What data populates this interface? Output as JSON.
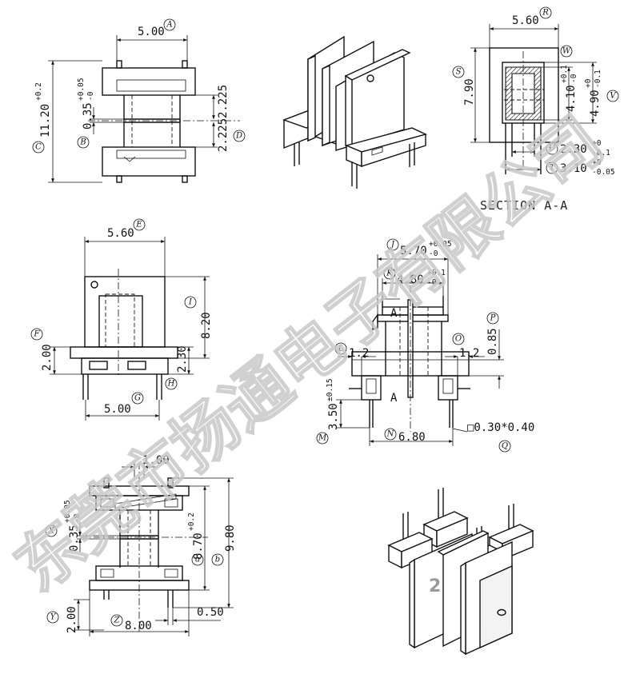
{
  "section_title": "SECTION A-A",
  "watermark": "东莞市扬通电子有限公司",
  "part_marker": "2",
  "view1": {
    "width": "5.00",
    "height": "11.20",
    "height_tol_upper": "+0.2",
    "height_tol_lower": "",
    "slot": "0.35",
    "slot_tol_upper": "+0.05",
    "slot_tol_lower": "-0",
    "half_upper": "2.225",
    "half_lower": "2.225"
  },
  "section": {
    "width": "5.60",
    "height": "7.90",
    "inner_h": "4.10",
    "inner_h_tol_upper": "+0.1",
    "inner_h_tol_lower": "-0",
    "outer_h": "4.90",
    "outer_h_tol_upper": "+0",
    "outer_h_tol_lower": "-0.1",
    "inner_w": "2.30",
    "inner_w_tol_upper": "+0",
    "inner_w_tol_lower": "-0.1",
    "outer_w": "3.10",
    "outer_w_tol_upper": "+0",
    "outer_w_tol_lower": "-0.05"
  },
  "view3": {
    "width": "5.60",
    "height": "8.20",
    "flange": "2.00",
    "base": "2.30",
    "pin_span": "5.00"
  },
  "view4": {
    "width": "5.70",
    "width_tol_upper": "+0.05",
    "width_tol_lower": "-0",
    "inner": "4.80",
    "inner_tol_upper": "+0.1",
    "inner_tol_lower": "-0",
    "left_gap": "1.2",
    "right_gap": "1.2",
    "offset": "0.85",
    "pin_len": "3.50",
    "pin_len_tol": "±0.15",
    "span": "6.80",
    "pin_size": "□0.30*0.40",
    "section_mark": "A"
  },
  "view5": {
    "pitch": "1.00",
    "slot": "0.35",
    "slot_tol_upper": "+0.05",
    "slot_tol_lower": "-0",
    "height_a": "8.70",
    "height_a_tol_upper": "+0.2",
    "height_a_tol_lower": "",
    "height_b": "9.80",
    "pin_len": "2.00",
    "width": "8.00",
    "pin_w": "0.50"
  },
  "labels": {
    "A": "A",
    "B": "B",
    "C": "C",
    "D": "D",
    "E": "E",
    "F": "F",
    "G": "G",
    "H": "H",
    "I": "I",
    "J": "J",
    "K": "K",
    "L": "L",
    "M": "M",
    "N": "N",
    "O": "O",
    "P": "P",
    "Q": "Q",
    "R": "R",
    "S": "S",
    "T": "T",
    "U": "U",
    "V": "V",
    "W": "W",
    "X": "X",
    "Y": "Y",
    "Z": "Z",
    "a": "a",
    "b": "b"
  }
}
